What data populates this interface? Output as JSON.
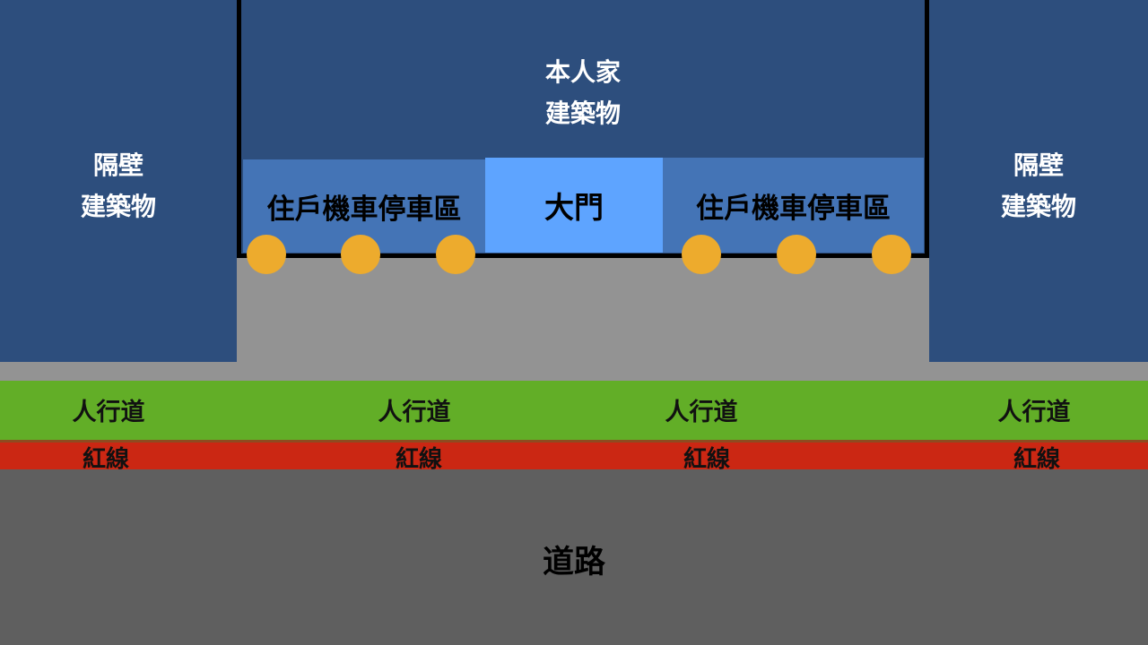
{
  "buildings": {
    "left": {
      "line1": "隔壁",
      "line2": "建築物"
    },
    "right": {
      "line1": "隔壁",
      "line2": "建築物"
    },
    "main": {
      "line1": "本人家",
      "line2": "建築物"
    }
  },
  "parking": {
    "left": "住戶機車停車區",
    "right": "住戶機車停車區"
  },
  "gate": "大門",
  "sidewalk": [
    "人行道",
    "人行道",
    "人行道",
    "人行道"
  ],
  "red_line": [
    "紅線",
    "紅線",
    "紅線",
    "紅線"
  ],
  "road": "道路",
  "colors": {
    "building": "#2d4e7d",
    "parking": "#4474b6",
    "gate": "#5ea4ff",
    "marker": "#edab2d",
    "forecourt": "#939393",
    "sidewalk": "#62ae27",
    "red_line": "#cb2713",
    "road": "#5f5f5f"
  }
}
